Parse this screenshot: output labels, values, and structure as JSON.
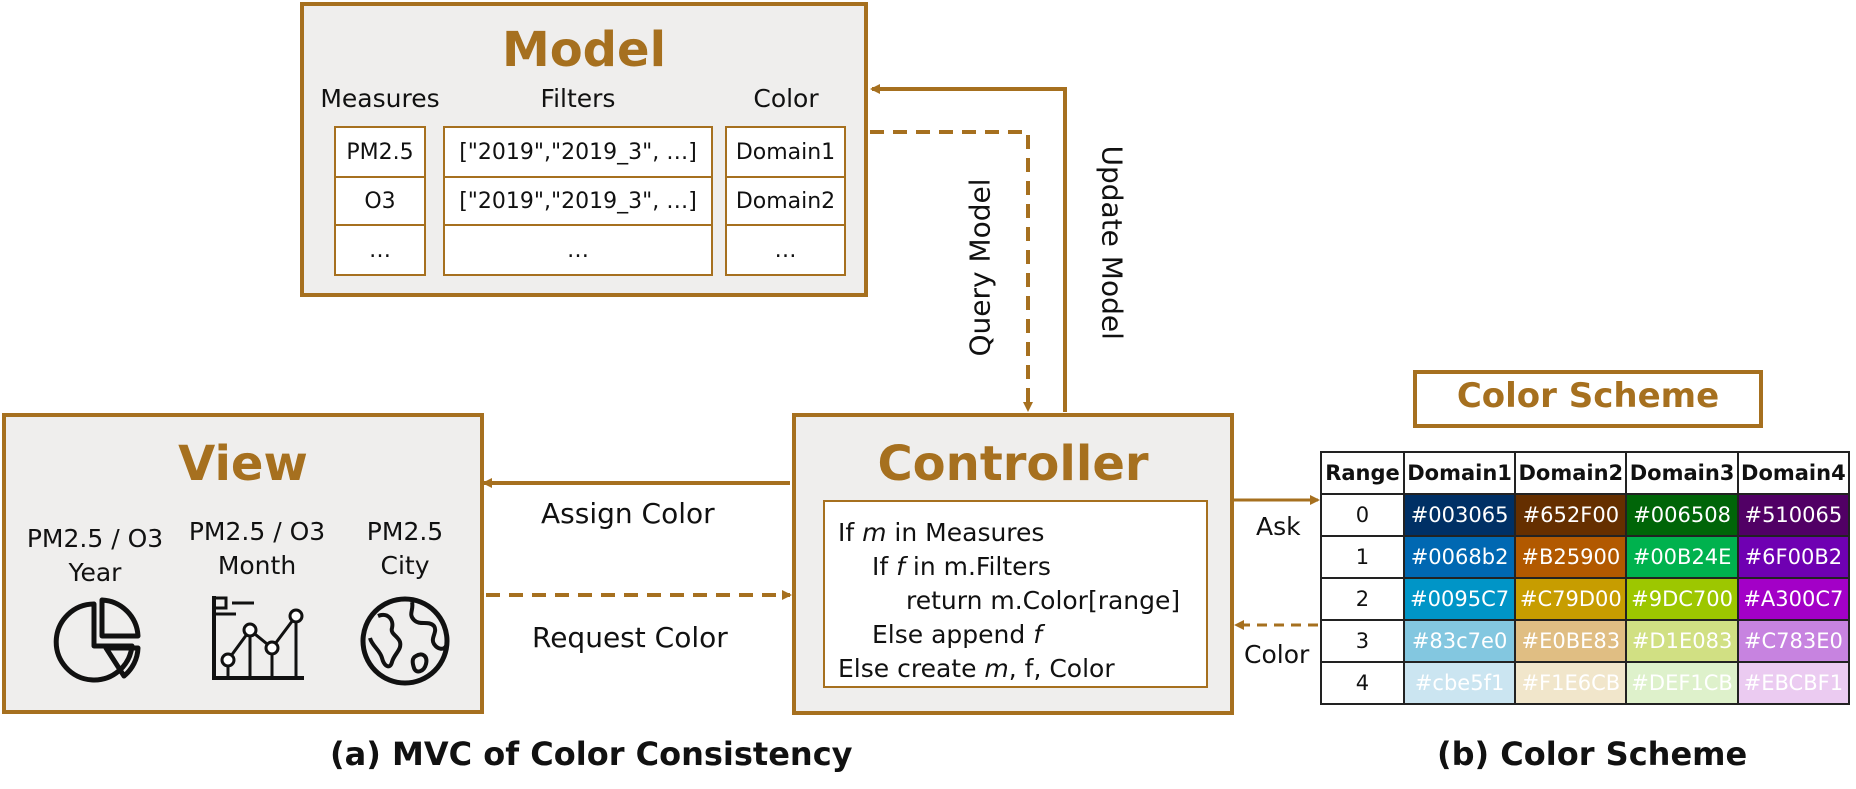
{
  "model": {
    "title": "Model",
    "headers": {
      "measures": "Measures",
      "filters": "Filters",
      "color": "Color"
    },
    "measures": [
      "PM2.5",
      "O3",
      "…"
    ],
    "filters": [
      "[\"2019\",\"2019_3\", …]",
      "[\"2019\",\"2019_3\", …]",
      "…"
    ],
    "colors": [
      "Domain1",
      "Domain2",
      "…"
    ]
  },
  "view": {
    "title": "View",
    "items": [
      {
        "line1": "PM2.5 / O3",
        "line2": "Year",
        "icon": "pie-chart-icon"
      },
      {
        "line1": "PM2.5 / O3",
        "line2": "Month",
        "icon": "line-chart-icon"
      },
      {
        "line1": "PM2.5",
        "line2": "City",
        "icon": "globe-icon"
      }
    ]
  },
  "controller": {
    "title": "Controller",
    "code": {
      "l1_pre": "If ",
      "l1_var": "m",
      "l1_post": " in Measures",
      "l2_pre": "If ",
      "l2_var": "f",
      "l2_post": " in m.Filters",
      "l3": "return m.Color[range]",
      "l4_pre": "Else append ",
      "l4_var": "f",
      "l5_pre": "Else create ",
      "l5_var": "m",
      "l5_post": ", f, Color"
    }
  },
  "arrows": {
    "assign_color": "Assign Color",
    "request_color": "Request Color",
    "query_model": "Query Model",
    "update_model": "Update Model",
    "ask": "Ask",
    "color": "Color"
  },
  "color_scheme": {
    "title": "Color Scheme",
    "headers": [
      "Range",
      "Domain1",
      "Domain2",
      "Domain3",
      "Domain4"
    ],
    "rows": [
      {
        "range": "0",
        "colors": [
          "#003065",
          "#652F00",
          "#006508",
          "#510065"
        ]
      },
      {
        "range": "1",
        "colors": [
          "#0068b2",
          "#B25900",
          "#00B24E",
          "#6F00B2"
        ]
      },
      {
        "range": "2",
        "colors": [
          "#0095C7",
          "#C79D00",
          "#9DC700",
          "#A300C7"
        ]
      },
      {
        "range": "3",
        "colors": [
          "#83c7e0",
          "#E0BE83",
          "#D1E083",
          "#C783E0"
        ]
      },
      {
        "range": "4",
        "colors": [
          "#cbe5f1",
          "#F1E6CB",
          "#DEF1CB",
          "#EBCBF1"
        ]
      }
    ]
  },
  "captions": {
    "a": "(a) MVC of Color Consistency",
    "b": "(b) Color Scheme"
  },
  "accent": "#a6701f"
}
